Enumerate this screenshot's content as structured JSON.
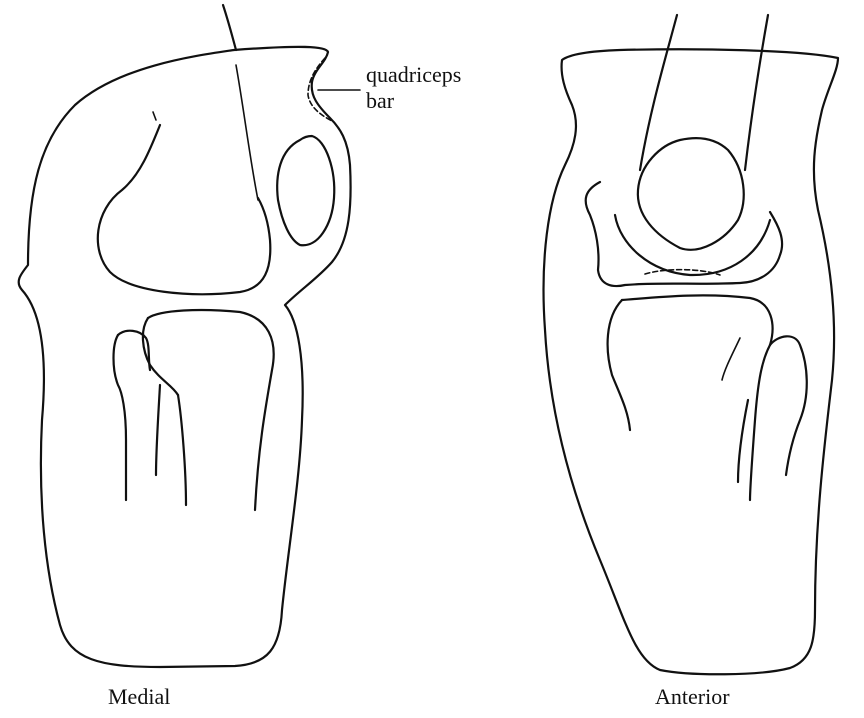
{
  "figure": {
    "views": [
      {
        "id": "medial",
        "label": "Medial"
      },
      {
        "id": "anterior",
        "label": "Anterior"
      }
    ],
    "callout": {
      "line1": "quadriceps",
      "line2": "bar"
    }
  }
}
